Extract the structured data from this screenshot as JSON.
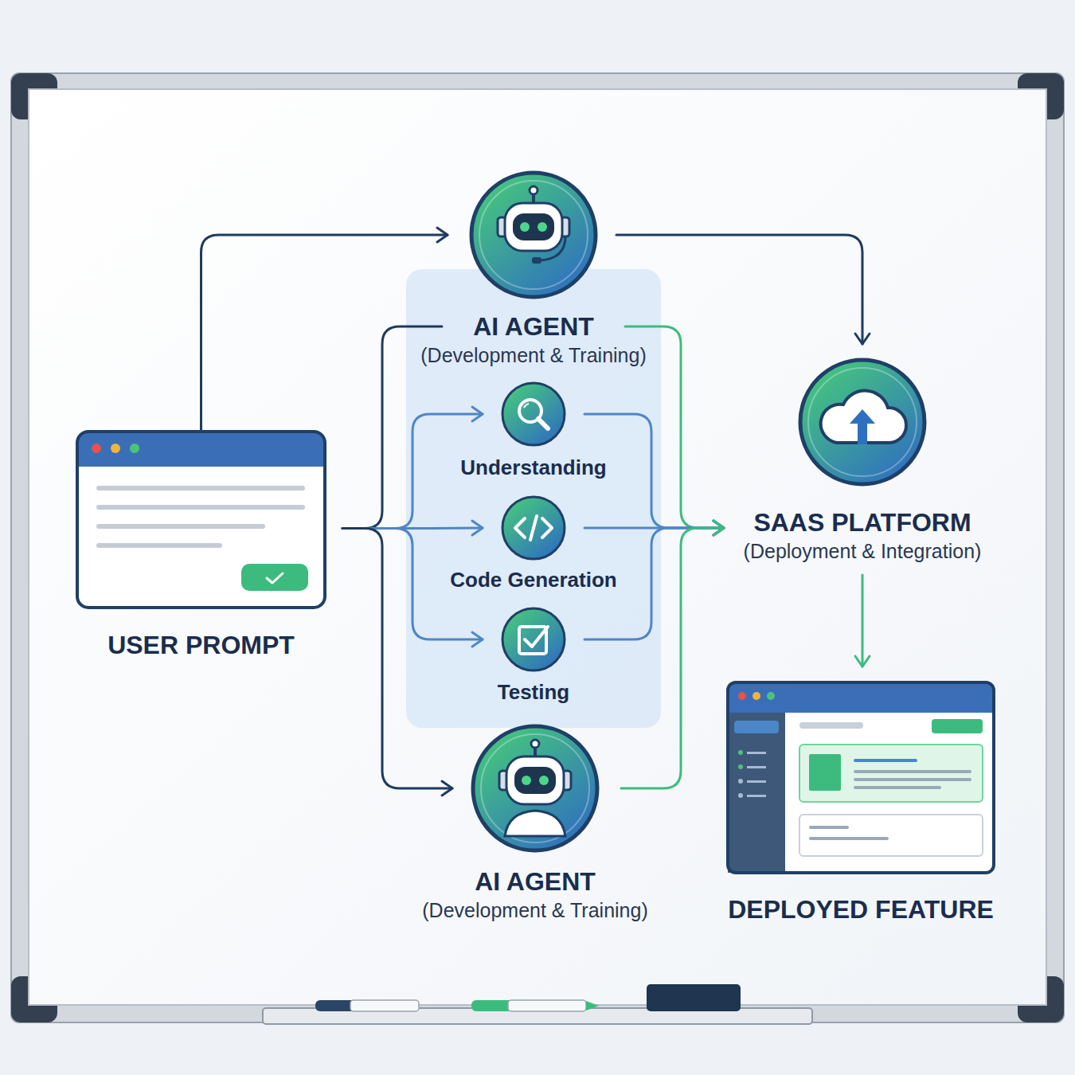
{
  "diagram": {
    "nodes": [
      {
        "text": [
          "USER PROMPT"
        ]
      },
      {
        "text": [
          "AI AGENT",
          "(Development & Training)"
        ]
      },
      {
        "text": [
          "Understanding"
        ]
      },
      {
        "text": [
          "Code Generation"
        ]
      },
      {
        "text": [
          "Testing"
        ]
      },
      {
        "text": [
          "AI AGENT",
          "(Development & Training)"
        ]
      },
      {
        "text": [
          "SAAS PLATFORM",
          "(Deployment & Integration)"
        ]
      },
      {
        "text": [
          "DEPLOYED FEATURE"
        ]
      }
    ],
    "edges": [
      {
        "from": 0,
        "to": 1,
        "arrow": "to"
      },
      {
        "from": 0,
        "to": 1,
        "arrow": "none"
      },
      {
        "from": 0,
        "to": 2,
        "arrow": "to"
      },
      {
        "from": 0,
        "to": 3,
        "arrow": "to"
      },
      {
        "from": 0,
        "to": 4,
        "arrow": "to"
      },
      {
        "from": 0,
        "to": 5,
        "arrow": "to"
      },
      {
        "from": 1,
        "to": 6,
        "arrow": "to"
      },
      {
        "from": 1,
        "to": 6,
        "arrow": "to"
      },
      {
        "from": 2,
        "to": 6,
        "arrow": "to"
      },
      {
        "from": 3,
        "to": 6,
        "arrow": "to"
      },
      {
        "from": 4,
        "to": 6,
        "arrow": "to"
      },
      {
        "from": 5,
        "to": 6,
        "arrow": "to"
      },
      {
        "from": 6,
        "to": 7,
        "arrow": "to"
      }
    ]
  }
}
